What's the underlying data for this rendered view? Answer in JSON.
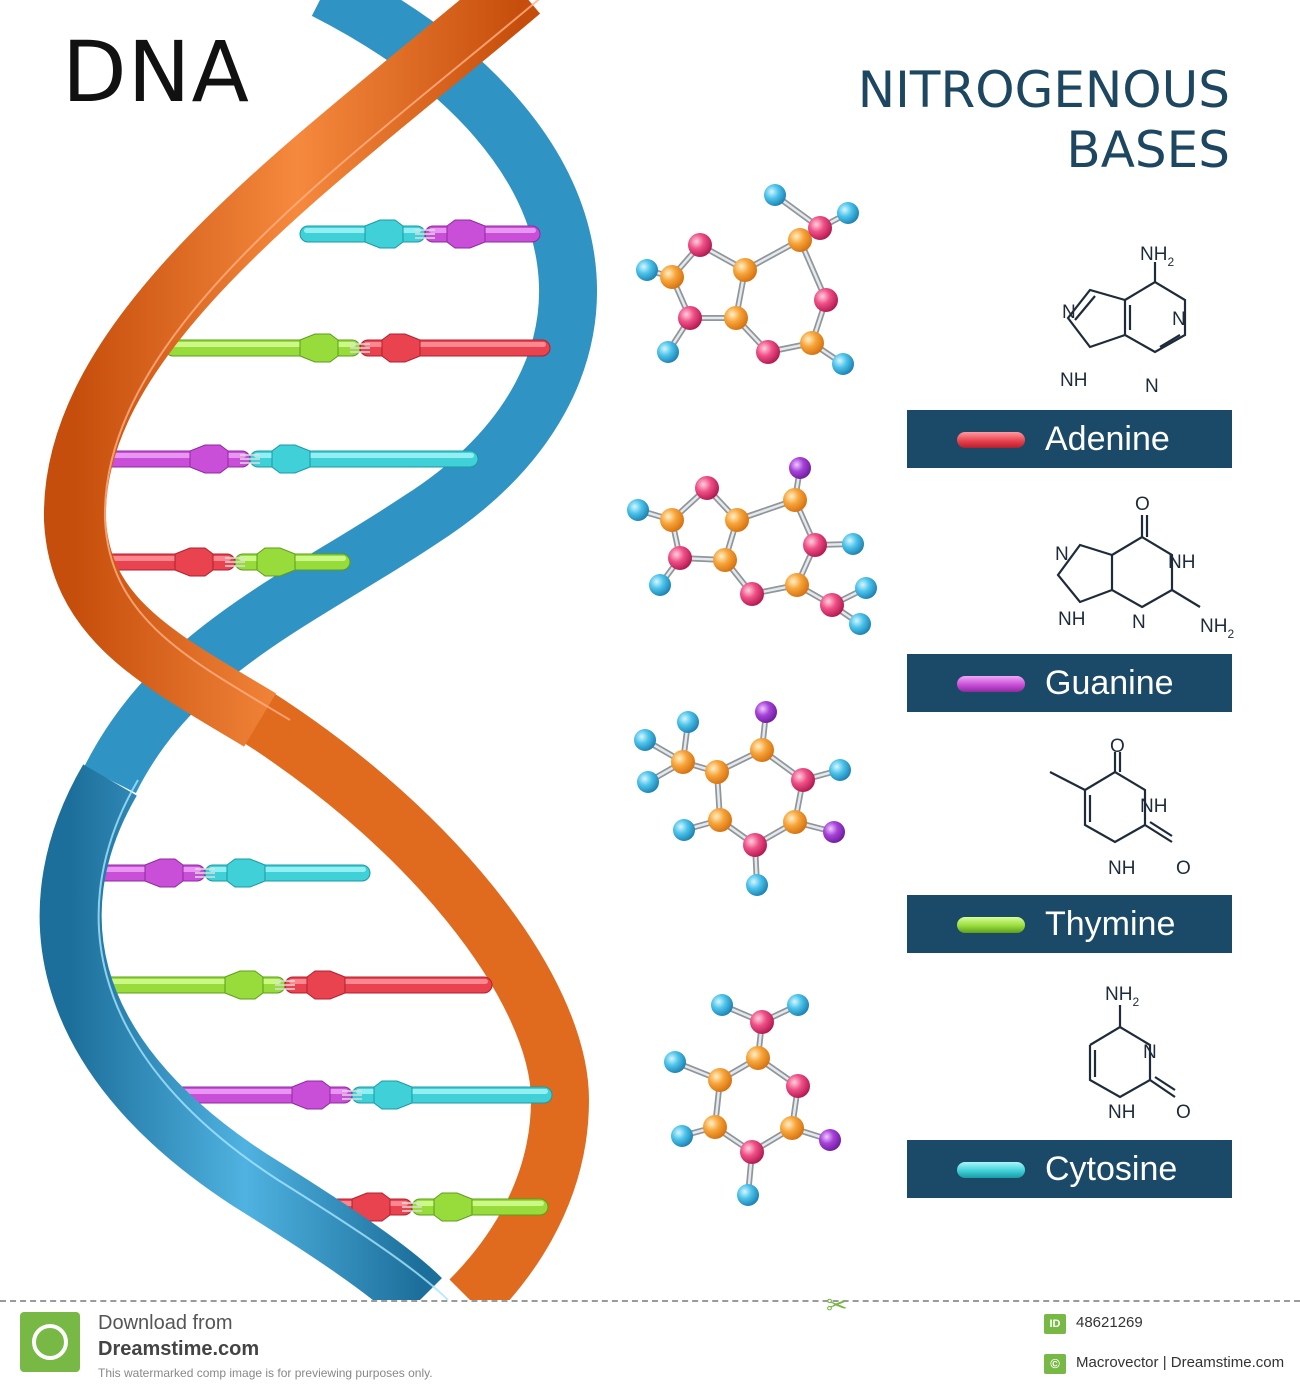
{
  "title": "DNA",
  "heading": {
    "line1": "NITROGENOUS",
    "line2": "BASES"
  },
  "bases": [
    {
      "name": "Adenine",
      "color": "#e8434f",
      "color_light": "#ff9aa0",
      "color_dark": "#b51f2c"
    },
    {
      "name": "Guanine",
      "color": "#c94fd9",
      "color_light": "#f0a8f6",
      "color_dark": "#8e2aa0"
    },
    {
      "name": "Thymine",
      "color": "#98dc3c",
      "color_light": "#d8ff98",
      "color_dark": "#5d9e1a"
    },
    {
      "name": "Cytosine",
      "color": "#3fd0d8",
      "color_light": "#aaf6fa",
      "color_dark": "#1b9aa4"
    }
  ],
  "formulas": {
    "adenine": {
      "nh2": "NH",
      "sub2": "2",
      "n": "N",
      "nh": "NH"
    },
    "guanine": {
      "o": "O",
      "nh": "NH",
      "n": "N",
      "nh2": "NH",
      "sub2": "2"
    },
    "thymine": {
      "o": "O",
      "nh": "NH"
    },
    "cytosine": {
      "nh2": "NH",
      "sub2": "2",
      "n": "N",
      "nh": "NH",
      "o": "O"
    }
  },
  "colors": {
    "strand_orange": "#e06a1e",
    "strand_blue": "#2f93c4",
    "label_bar": "#1b4a68",
    "heading": "#1d4660"
  },
  "footer": {
    "download_from": "Download from",
    "site": "Dreamstime.com",
    "note": "This watermarked comp image is for previewing purposes only.",
    "id_badge": "ID",
    "id": "48621269",
    "copyright_badge": "©",
    "credit": "Macrovector | Dreamstime.com"
  }
}
